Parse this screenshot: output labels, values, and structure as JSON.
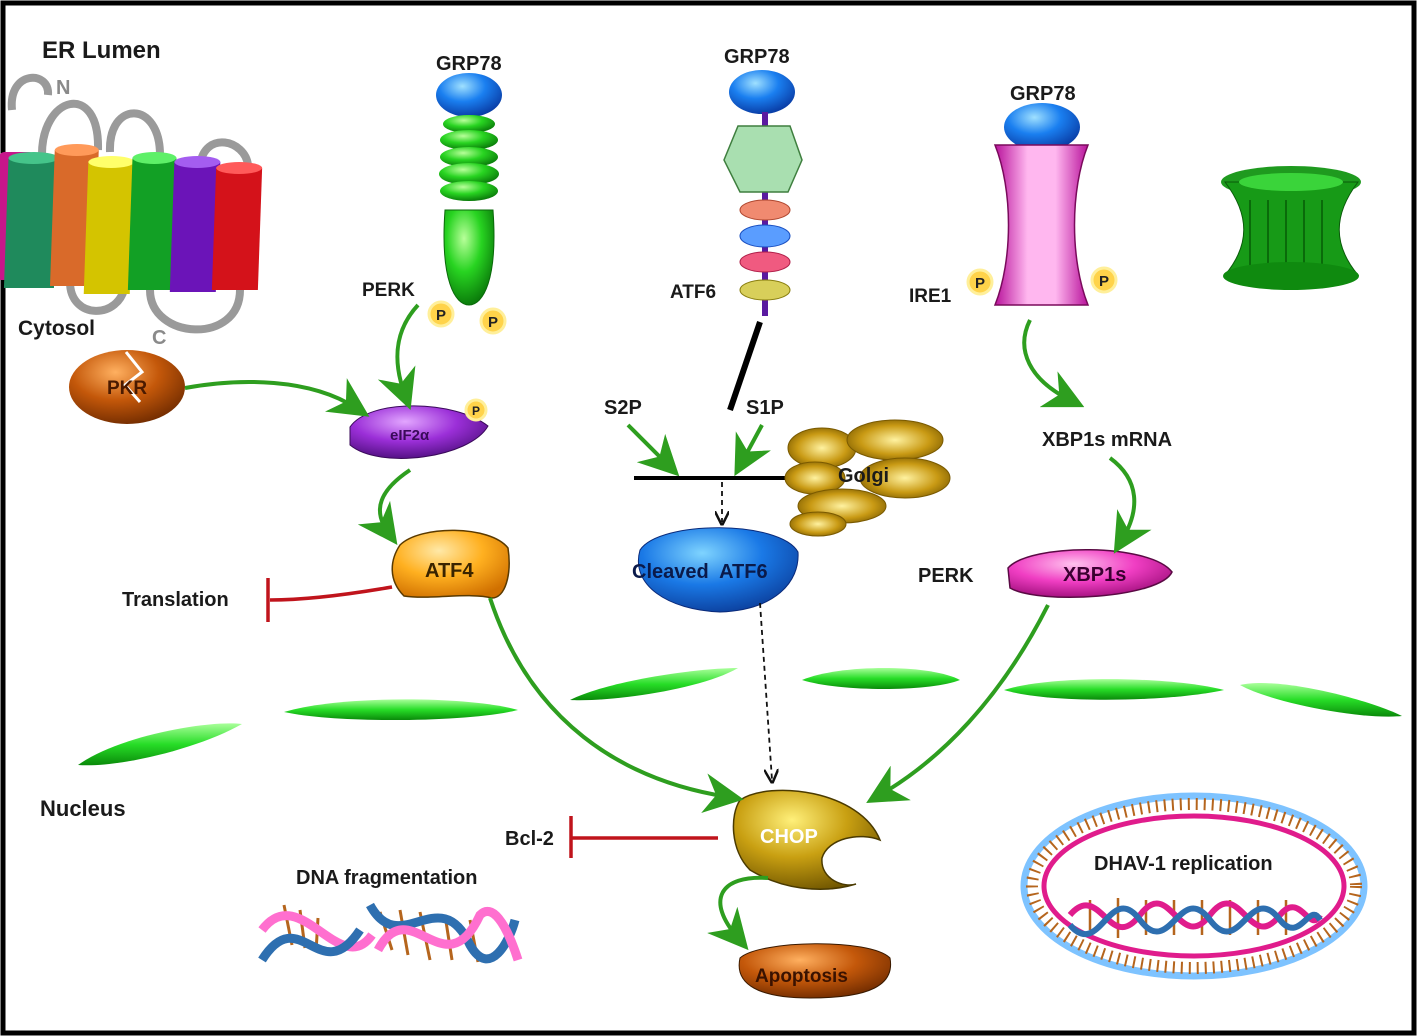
{
  "regions": {
    "er_lumen": "ER Lumen",
    "cytosol": "Cytosol",
    "nucleus": "Nucleus"
  },
  "gpcr": {
    "n_term": "N",
    "c_term": "C"
  },
  "grp78": {
    "perk": "GRP78",
    "atf6": "GRP78",
    "ire1": "GRP78"
  },
  "sensors": {
    "perk": "PERK",
    "atf6": "ATF6",
    "ire1": "IRE1"
  },
  "phospho": "P",
  "proteins": {
    "pkr": "PKR",
    "eif2a": "eIF2α",
    "atf4": "ATF4",
    "cleaved_atf6": "Cleaved  ATF6",
    "xbp1s": "XBP1s",
    "chop": "CHOP",
    "apoptosis": "Apoptosis"
  },
  "proteases": {
    "s2p": "S2P",
    "s1p": "S1P"
  },
  "golgi": "Golgi",
  "xbp1s_mrna": "XBP1s mRNA",
  "perk_label_2": "PERK",
  "translation": "Translation",
  "bcl2": "Bcl-2",
  "dna_fragmentation": "DNA fragmentation",
  "dhav_replication": "DHAV-1 replication",
  "colors": {
    "activation_arrow": "#2e9e1f",
    "inhibition": "#c0141c",
    "membrane_head": "#1436e0",
    "membrane_tail": "#f2e84a"
  }
}
